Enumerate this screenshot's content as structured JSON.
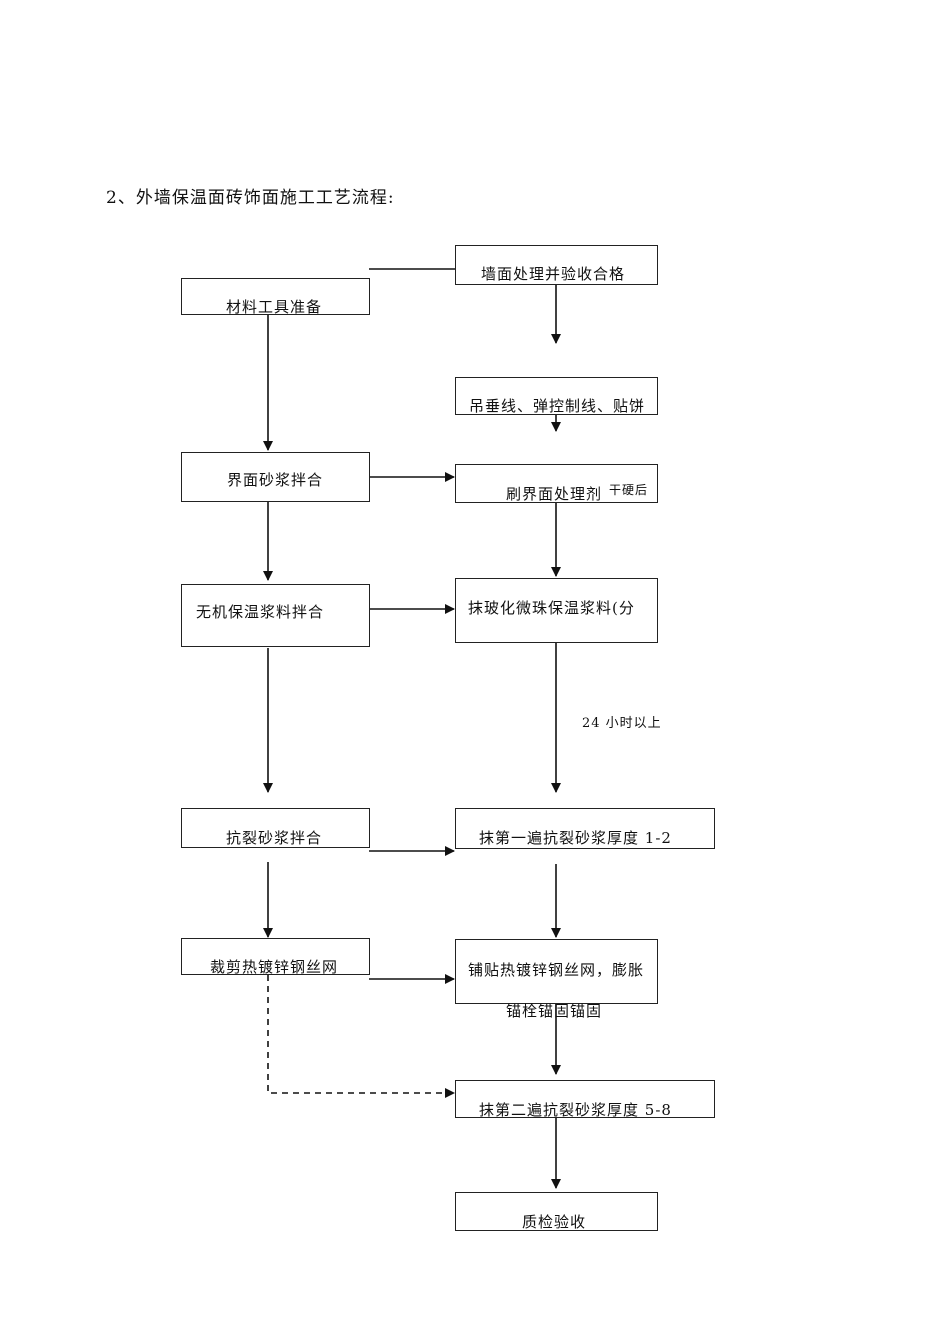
{
  "heading": "2、外墙保温面砖饰面施工工艺流程:",
  "left_steps": {
    "prep": "材料工具准备",
    "interface_mortar": "界面砂浆拌合",
    "insulation_mortar": "无机保温浆料拌合",
    "crack_mortar": "抗裂砂浆拌合",
    "mesh_cut": "裁剪热镀锌钢丝网"
  },
  "right_steps": {
    "wall_check": "墙面处理并验收合格",
    "plumb_line": "吊垂线、弹控制线、贴饼",
    "interface_agent": "刷界面处理剂",
    "interface_agent_note": "干硬后",
    "apply_insulation": "抹玻化微珠保温浆料(分",
    "wait_note": "24 小时以上",
    "first_crack_coat": "抹第一遍抗裂砂浆厚度 1-2",
    "mesh_fix_line1": "铺贴热镀锌钢丝网，膨胀",
    "mesh_fix_line2": "锚栓锚固锚固",
    "second_crack_coat": "抹第二遍抗裂砂浆厚度 5-8",
    "inspection": "质检验收"
  }
}
